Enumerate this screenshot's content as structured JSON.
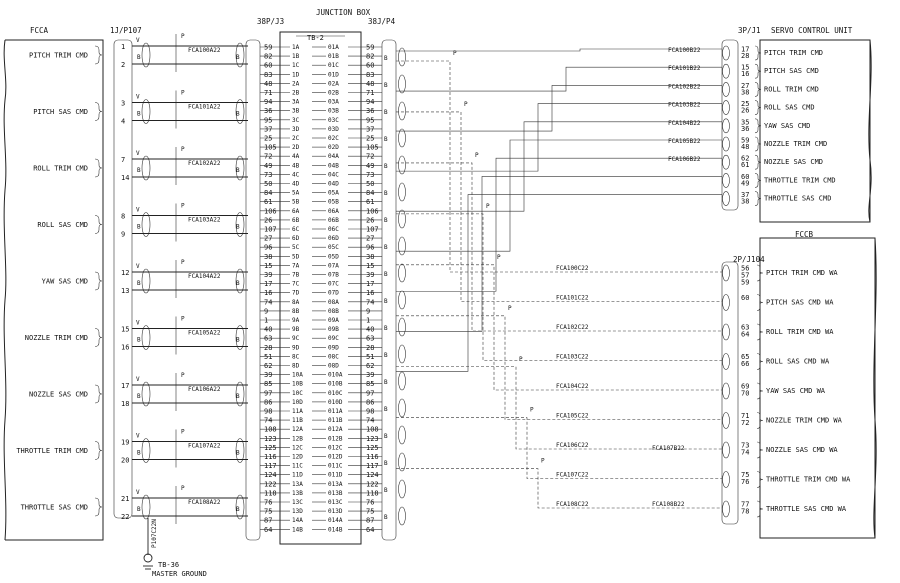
{
  "units": {
    "fcca": "FCCA",
    "fccb": "FCCB",
    "junction_box": "JUNCTION BOX",
    "servo_control_unit": "SERVO CONTROL UNIT"
  },
  "connectors": {
    "j1p107": "1J/P107",
    "p3_left": "38P/J3",
    "tb2": "TB-2",
    "j4_right": "38J/P4",
    "p1_right": "3P/J1",
    "p104": "2P/J104"
  },
  "ground": {
    "terminal": "TB-36",
    "label": "MASTER GROUND",
    "wire": "P107C22N"
  },
  "fcca_signals": [
    {
      "name": "PITCH TRIM CMD",
      "pins": [
        "1",
        "2"
      ],
      "wire": "FCA100A22"
    },
    {
      "name": "PITCH SAS CMD",
      "pins": [
        "3",
        "4"
      ],
      "wire": "FCA101A22"
    },
    {
      "name": "ROLL TRIM CMD",
      "pins": [
        "7",
        "14"
      ],
      "wire": "FCA102A22"
    },
    {
      "name": "ROLL SAS CMD",
      "pins": [
        "8",
        "9"
      ],
      "wire": "FCA103A22"
    },
    {
      "name": "YAW SAS CMD",
      "pins": [
        "12",
        "13"
      ],
      "wire": "FCA104A22"
    },
    {
      "name": "NOZZLE TRIM CMD",
      "pins": [
        "15",
        "16"
      ],
      "wire": "FCA105A22"
    },
    {
      "name": "NOZZLE SAS CMD",
      "pins": [
        "17",
        "18"
      ],
      "wire": "FCA106A22"
    },
    {
      "name": "THROTTLE TRIM CMD",
      "pins": [
        "19",
        "20"
      ],
      "wire": "FCA107A22"
    },
    {
      "name": "THROTTLE SAS CMD",
      "pins": [
        "21",
        "22"
      ],
      "wire": "FCA108A22"
    }
  ],
  "jb_left_pins": [
    "59",
    "82",
    "60",
    "83",
    "48",
    "71",
    "94",
    "36",
    "95",
    "37",
    "25",
    "105",
    "72",
    "49",
    "73",
    "50",
    "84",
    "61",
    "106",
    "26",
    "107",
    "27",
    "96",
    "38",
    "15",
    "39",
    "17",
    "16",
    "74",
    "9",
    "1",
    "40",
    "63",
    "28",
    "51",
    "62",
    "39",
    "85",
    "97",
    "86",
    "98",
    "74",
    "108",
    "123",
    "125",
    "116",
    "117",
    "124",
    "122",
    "118",
    "76",
    "75",
    "87",
    "64"
  ],
  "jb_right_pins": [
    "59",
    "82",
    "60",
    "83",
    "48",
    "71",
    "94",
    "36",
    "95",
    "37",
    "25",
    "105",
    "72",
    "49",
    "73",
    "50",
    "84",
    "61",
    "106",
    "26",
    "107",
    "27",
    "96",
    "38",
    "15",
    "39",
    "17",
    "16",
    "74",
    "9",
    "1",
    "40",
    "63",
    "28",
    "51",
    "62",
    "39",
    "85",
    "97",
    "86",
    "98",
    "74",
    "108",
    "123",
    "125",
    "116",
    "117",
    "124",
    "122",
    "118",
    "76",
    "75",
    "87",
    "64"
  ],
  "tb_terminals": [
    [
      "1A",
      "01A"
    ],
    [
      "1B",
      "01B"
    ],
    [
      "1C",
      "01C"
    ],
    [
      "1D",
      "01D"
    ],
    [
      "2A",
      "02A"
    ],
    [
      "2B",
      "02B"
    ],
    [
      "3A",
      "03A"
    ],
    [
      "3B",
      "03B"
    ],
    [
      "3C",
      "03C"
    ],
    [
      "3D",
      "03D"
    ],
    [
      "2C",
      "02C"
    ],
    [
      "2D",
      "02D"
    ],
    [
      "4A",
      "04A"
    ],
    [
      "4B",
      "04B"
    ],
    [
      "4C",
      "04C"
    ],
    [
      "4D",
      "04D"
    ],
    [
      "5A",
      "05A"
    ],
    [
      "5B",
      "05B"
    ],
    [
      "6A",
      "06A"
    ],
    [
      "6B",
      "06B"
    ],
    [
      "6C",
      "06C"
    ],
    [
      "6D",
      "06D"
    ],
    [
      "5C",
      "05C"
    ],
    [
      "5D",
      "05D"
    ],
    [
      "7A",
      "07A"
    ],
    [
      "7B",
      "07B"
    ],
    [
      "7C",
      "07C"
    ],
    [
      "7D",
      "07D"
    ],
    [
      "8A",
      "08A"
    ],
    [
      "8B",
      "08B"
    ],
    [
      "9A",
      "09A"
    ],
    [
      "9B",
      "09B"
    ],
    [
      "9C",
      "09C"
    ],
    [
      "9D",
      "09D"
    ],
    [
      "8C",
      "08C"
    ],
    [
      "8D",
      "08D"
    ],
    [
      "10A",
      "010A"
    ],
    [
      "10B",
      "010B"
    ],
    [
      "10C",
      "010C"
    ],
    [
      "10D",
      "010D"
    ],
    [
      "11A",
      "011A"
    ],
    [
      "11B",
      "011B"
    ],
    [
      "12A",
      "012A"
    ],
    [
      "12B",
      "012B"
    ],
    [
      "12C",
      "012C"
    ],
    [
      "12D",
      "012D"
    ],
    [
      "11C",
      "011C"
    ],
    [
      "11D",
      "011D"
    ],
    [
      "13A",
      "013A"
    ],
    [
      "13B",
      "013B"
    ],
    [
      "13C",
      "013C"
    ],
    [
      "13D",
      "013D"
    ],
    [
      "14A",
      "014A"
    ],
    [
      "14B",
      "014B"
    ]
  ],
  "servo_signals": [
    {
      "name": "PITCH TRIM CMD",
      "pins": [
        "17",
        "28"
      ],
      "wire": "FCA100B22"
    },
    {
      "name": "PITCH SAS CMD",
      "pins": [
        "15",
        "16"
      ],
      "wire": "FCA101B22"
    },
    {
      "name": "ROLL TRIM CMD",
      "pins": [
        "27",
        "38"
      ],
      "wire": "FCA102B22"
    },
    {
      "name": "ROLL SAS CMD",
      "pins": [
        "25",
        "26"
      ],
      "wire": "FCA103B22"
    },
    {
      "name": "YAW SAS CMD",
      "pins": [
        "35",
        "36"
      ],
      "wire": "FCA104B22"
    },
    {
      "name": "NOZZLE TRIM CMD",
      "pins": [
        "59",
        "48"
      ],
      "wire": "FCA105B22"
    },
    {
      "name": "NOZZLE SAS CMD",
      "pins": [
        "62",
        "61"
      ],
      "wire": "FCA106B22"
    },
    {
      "name": "THROTTLE TRIM CMD",
      "pins": [
        "60",
        "49"
      ],
      "wire": ""
    },
    {
      "name": "THROTTLE SAS CMD",
      "pins": [
        "37",
        "38"
      ],
      "wire": ""
    }
  ],
  "fccb_signals": [
    {
      "name": "PITCH TRIM CMD WA",
      "pins": [
        "56",
        "57",
        "59"
      ],
      "wire": "FCA100C22"
    },
    {
      "name": "PITCH SAS CMD WA",
      "pins": [
        "60"
      ],
      "wire": "FCA101C22"
    },
    {
      "name": "ROLL TRIM CMD WA",
      "pins": [
        "63",
        "64"
      ],
      "wire": "FCA102C22"
    },
    {
      "name": "ROLL SAS CMD WA",
      "pins": [
        "65",
        "66"
      ],
      "wire": "FCA103C22"
    },
    {
      "name": "YAW SAS CMD WA",
      "pins": [
        "69",
        "70"
      ],
      "wire": "FCA104C22"
    },
    {
      "name": "NOZZLE TRIM CMD WA",
      "pins": [
        "71",
        "72"
      ],
      "wire": "FCA105C22"
    },
    {
      "name": "NOZZLE SAS CMD WA",
      "pins": [
        "73",
        "74"
      ],
      "wire": "FCA106C22"
    },
    {
      "name": "THROTTLE TRIM CMD WA",
      "pins": [
        "75",
        "76"
      ],
      "wire": "FCA107C22"
    },
    {
      "name": "THROTTLE SAS CMD WA",
      "pins": [
        "77",
        "78"
      ],
      "wire": "FCA108C22"
    }
  ],
  "throttle_wires": {
    "trim_b": "FCA107B22",
    "sas_b": "FCA108B22"
  },
  "marks": {
    "v": "V",
    "b": "B",
    "p": "P"
  }
}
